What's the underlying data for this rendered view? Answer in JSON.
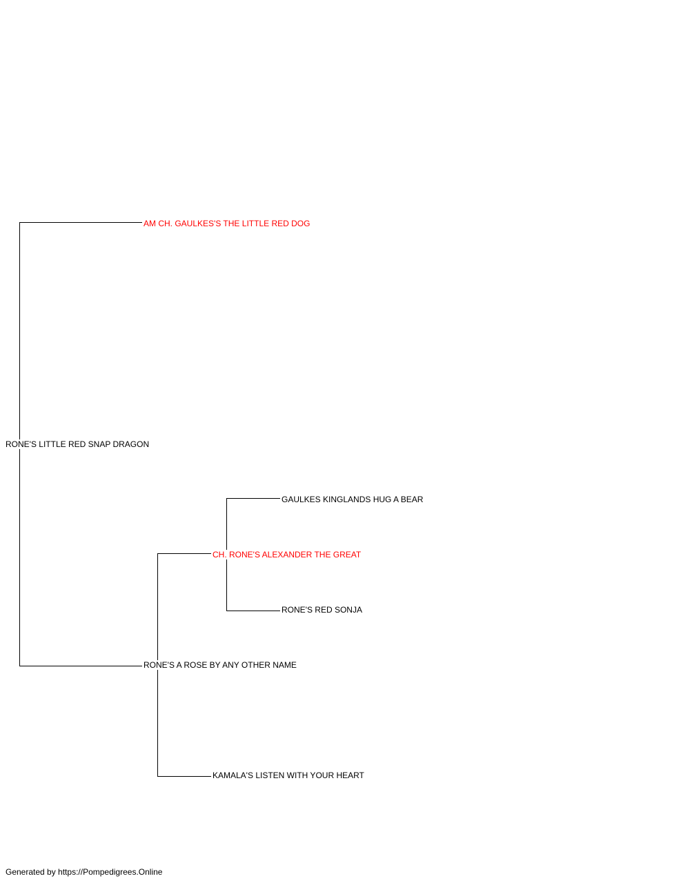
{
  "colors": {
    "champion": "#ff0000",
    "regular": "#000000",
    "line": "#000000"
  },
  "pedigree": {
    "subject": {
      "name": "RONE'S LITTLE RED SNAP DRAGON"
    },
    "sire": {
      "name": "AM CH. GAULKES'S THE LITTLE RED DOG",
      "champion": true
    },
    "dam": {
      "name": "RONE'S A ROSE BY ANY OTHER NAME"
    },
    "dam_sire": {
      "name": "CH. RONE'S ALEXANDER THE GREAT",
      "champion": true
    },
    "dam_dam": {
      "name": "KAMALA'S LISTEN WITH YOUR HEART"
    },
    "dam_sire_sire": {
      "name": "GAULKES KINGLANDS HUG A BEAR"
    },
    "dam_sire_dam": {
      "name": "RONE'S RED SONJA"
    }
  },
  "footer": {
    "credit": "Generated by https://Pompedigrees.Online"
  }
}
